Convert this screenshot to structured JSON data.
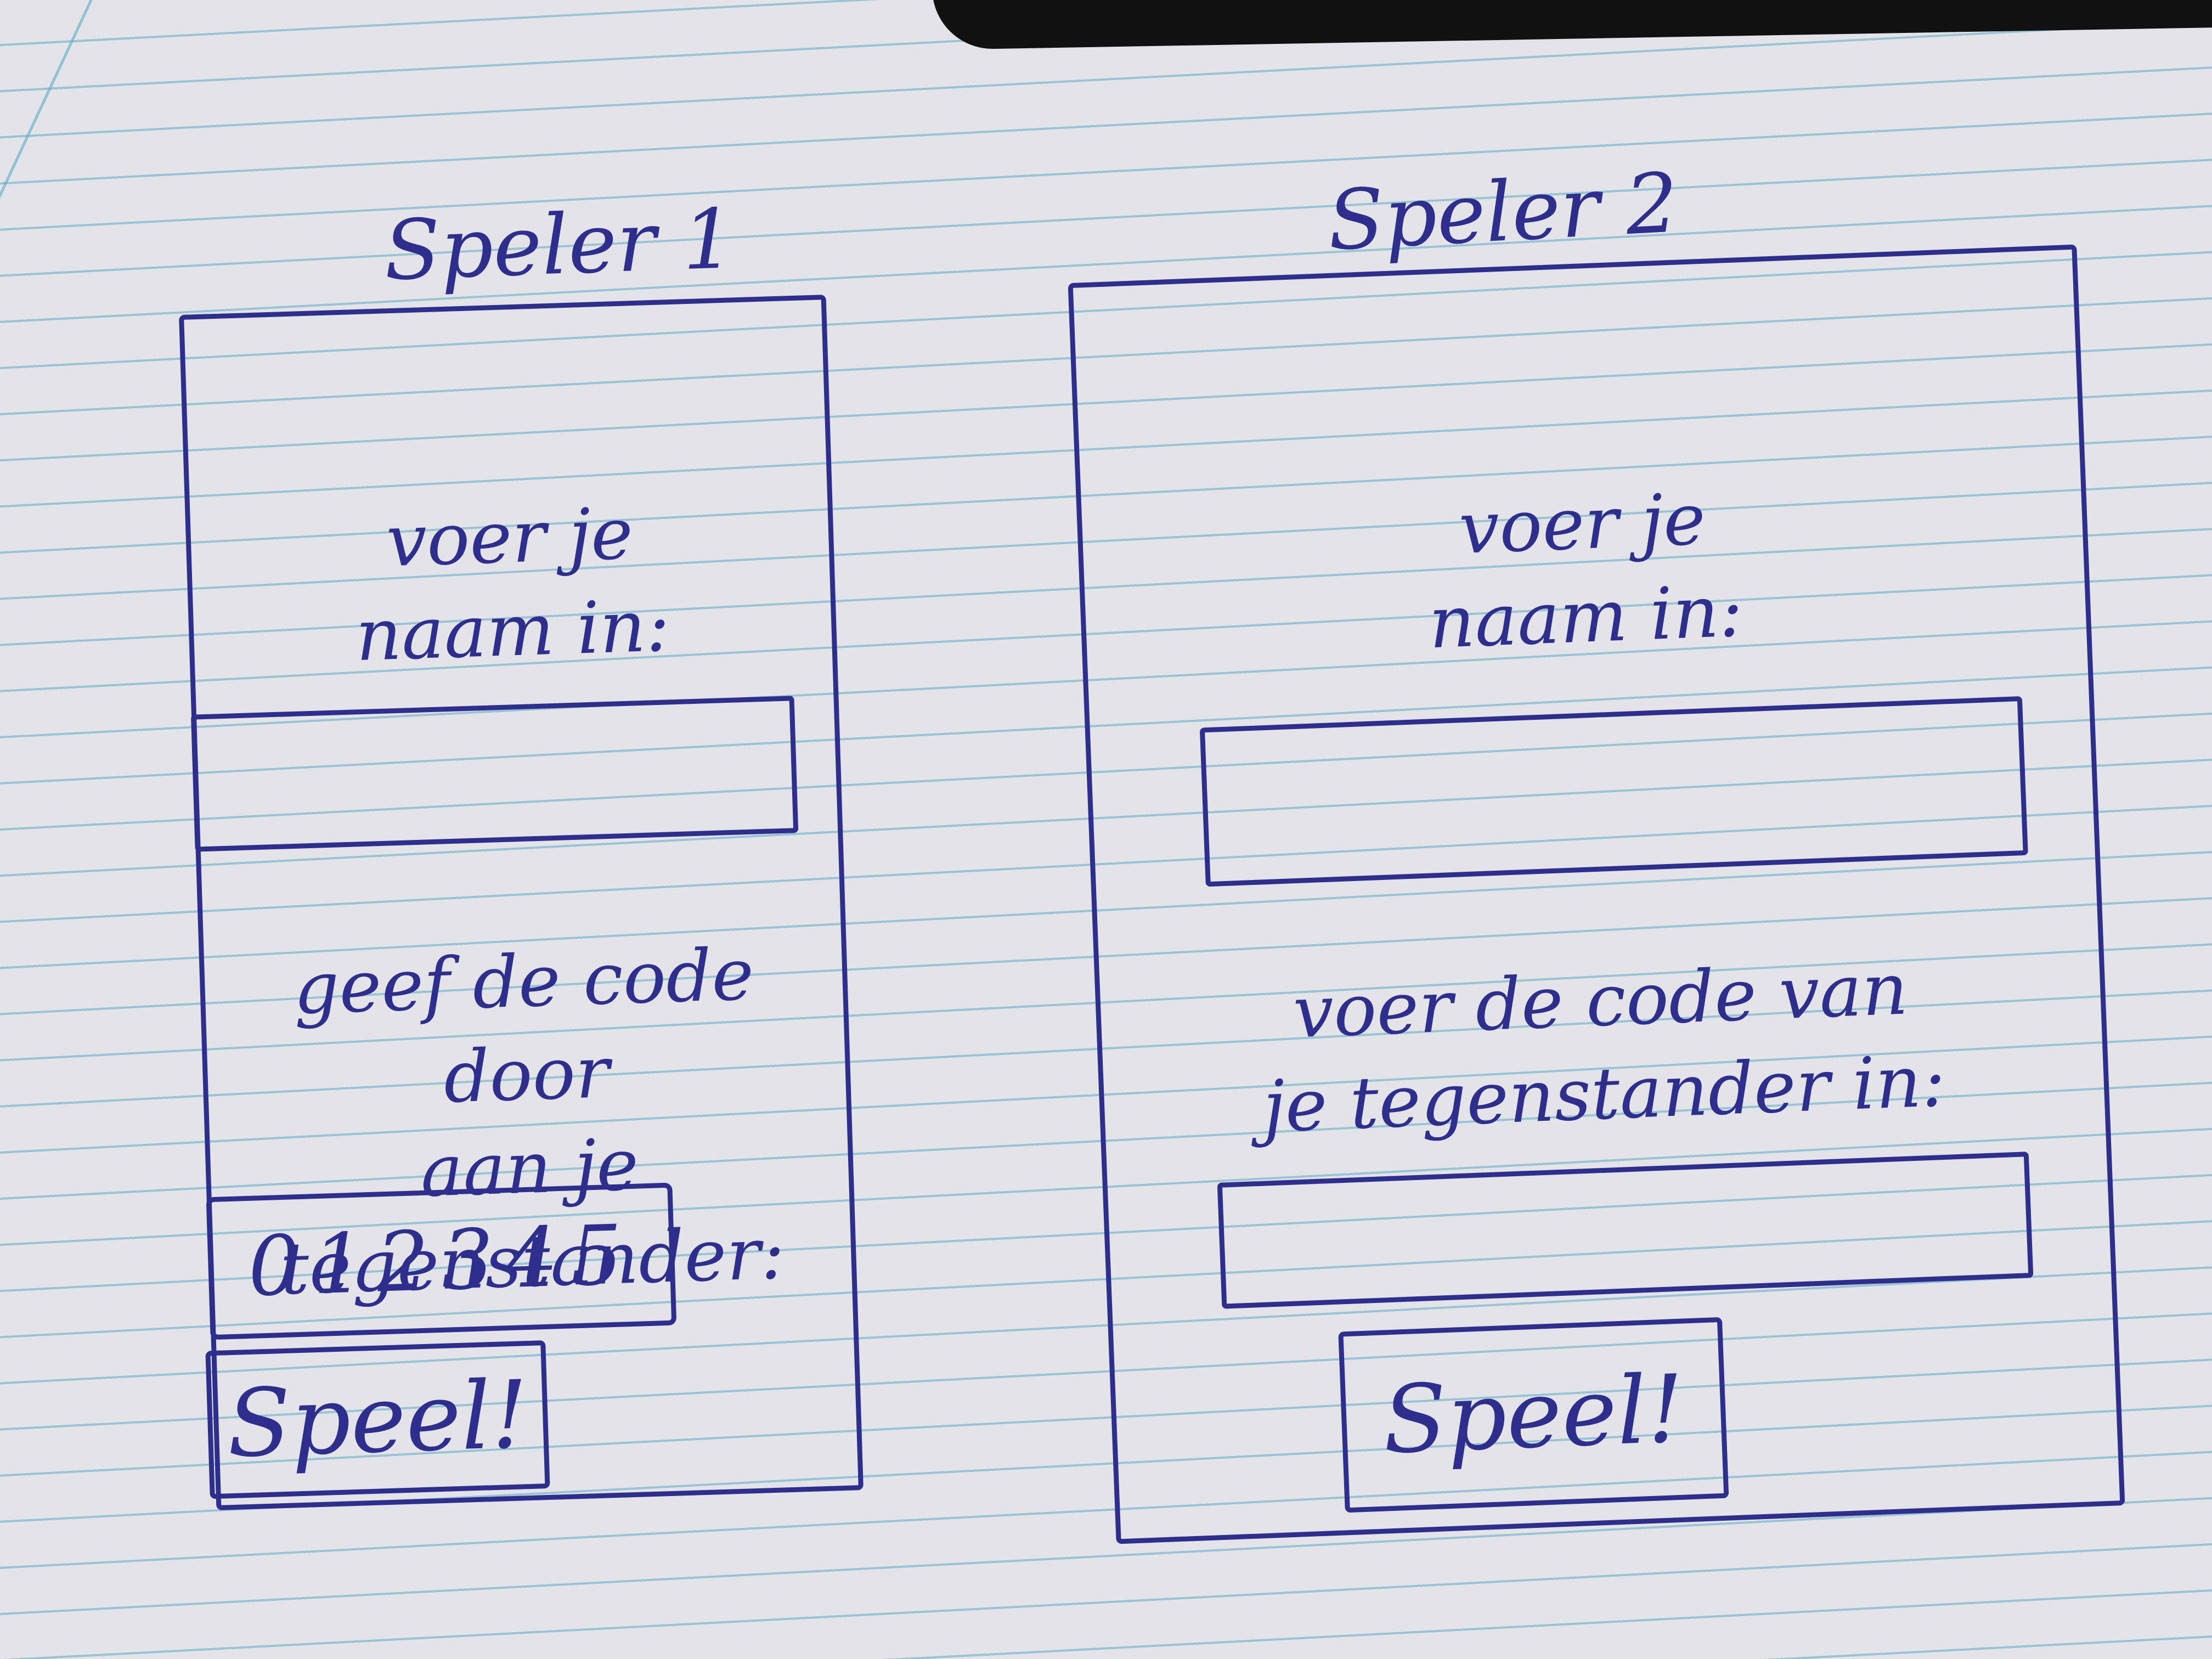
{
  "player1": {
    "title": "Speler 1",
    "name_prompt": "voer je\nnaam in:",
    "code_prompt": "geef de code door\naan je tegenstander:",
    "code": "012345",
    "play_label": "Speel!"
  },
  "player2": {
    "title": "Speler 2",
    "name_prompt": "voer je\nnaam in:",
    "code_prompt": "voer de code van\nje tegenstander in:",
    "play_label": "Speel!"
  },
  "colors": {
    "ink": "#2e2e8c",
    "paper": "#e3e3e8",
    "rule_line": "#5aaac8"
  }
}
